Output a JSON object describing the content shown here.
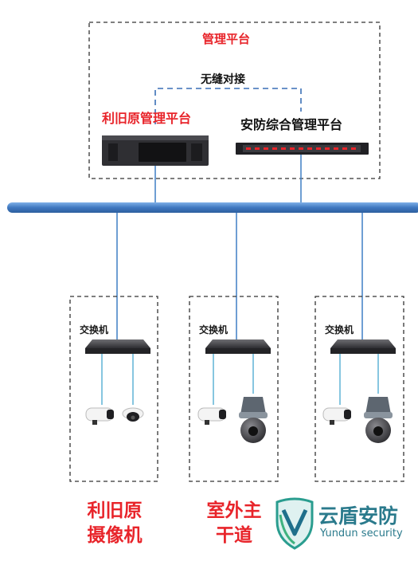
{
  "platform_box": {
    "title": "管理平台",
    "connector_label": "无缝对接",
    "left_platform": "利旧原管理平台",
    "right_platform": "安防综合管理平台"
  },
  "groups": [
    {
      "switch_label": "交换机",
      "caption_line1": "利旧原",
      "caption_line2": "摄像机"
    },
    {
      "switch_label": "交换机",
      "caption_line1": "室外主",
      "caption_line2": "干道"
    },
    {
      "switch_label": "交换机",
      "caption_line1": "",
      "caption_line2": ""
    }
  ],
  "watermark": {
    "title": "云盾安防",
    "subtitle": "Yundun security"
  },
  "colors": {
    "accent_red": "#e8242a",
    "line_blue": "#4a86c8",
    "bus_blue": "#3f78c0",
    "dashed_border": "#333333",
    "watermark_teal": "#2a7a8c"
  }
}
